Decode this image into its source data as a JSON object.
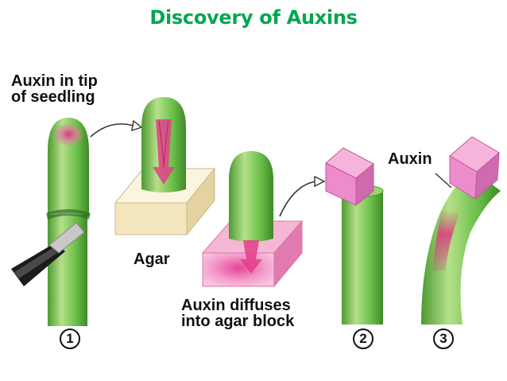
{
  "title": "Discovery of Auxins",
  "colors": {
    "title": "#00A651",
    "stem_light": "#b6e08a",
    "stem_mid": "#6cc04a",
    "stem_dark": "#3e8a2a",
    "auxin_pink": "#e0408a",
    "agar_block": "#f6ecc8",
    "auxin_block": "#ec8ccc"
  },
  "labels": {
    "auxin_tip": [
      "Auxin in tip",
      "of seedling"
    ],
    "agar": "Agar",
    "auxin_diffuses": [
      "Auxin diffuses",
      "into agar block"
    ],
    "auxin": "Auxin"
  },
  "steps": [
    "1",
    "2",
    "3"
  ],
  "icons": [
    "razor-blade-icon",
    "curved-arrow-icon"
  ]
}
